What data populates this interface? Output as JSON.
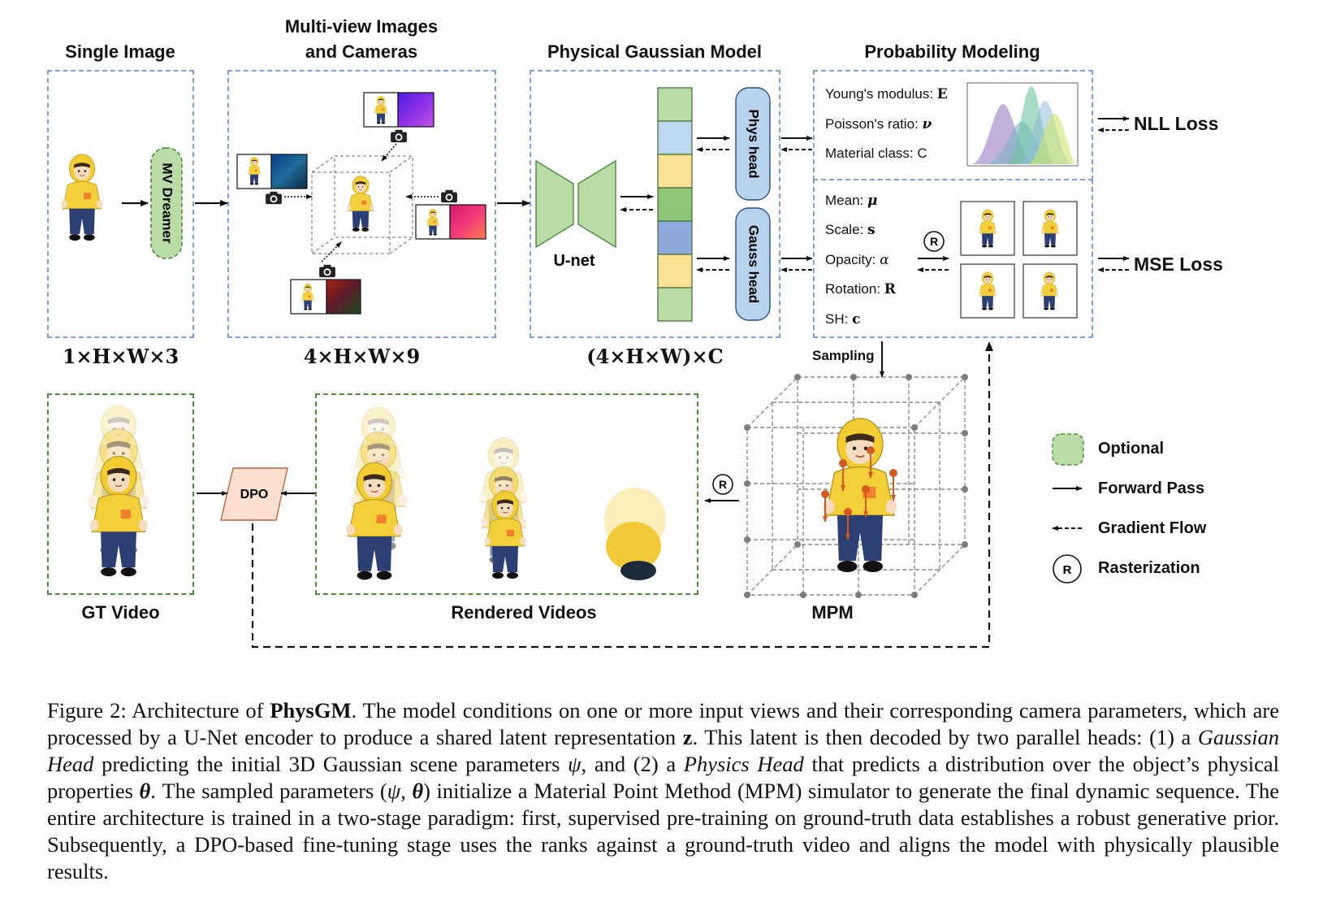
{
  "headers": {
    "single_image": "Single Image",
    "multiview_line1": "Multi-view Images",
    "multiview_line2": "and Cameras",
    "physical_gaussian": "Physical Gaussian Model",
    "probability_modeling": "Probability Modeling"
  },
  "dims": {
    "single": "1×H×W×3",
    "multiview": "4×H×W×9",
    "physical": "(4×H×W)×C"
  },
  "blocks": {
    "mv_dreamer": "MV Dreamer",
    "unet": "U-net",
    "phys_head": "Phys head",
    "gauss_head": "Gauss head",
    "dpo": "DPO",
    "rasterization_symbol": "R",
    "sampling": "Sampling"
  },
  "probability": {
    "youngs": "Young's modulus: ",
    "youngs_sym": "E",
    "poisson": "Poisson's ratio: ",
    "poisson_sym": "ν",
    "material": "Material class: C",
    "mean": "Mean: ",
    "mean_sym": "μ",
    "scale": "Scale: ",
    "scale_sym": "s",
    "opacity": "Opacity: ",
    "opacity_sym": "α",
    "rotation": "Rotation: ",
    "rotation_sym": "R",
    "sh": "SH: ",
    "sh_sym": "c"
  },
  "losses": {
    "nll": "NLL Loss",
    "mse": "MSE Loss"
  },
  "bottom_labels": {
    "gt_video": "GT Video",
    "rendered_videos": "Rendered Videos",
    "mpm": "MPM"
  },
  "legend": {
    "optional": "Optional",
    "forward_pass": "Forward Pass",
    "gradient_flow": "Gradient Flow",
    "rasterization": "Rasterization"
  },
  "colors": {
    "dashed_blue": "#7f9fd0",
    "dashed_green": "#4e8a3c",
    "optional_green": "#b9dca6",
    "head_blue": "#b8d3ee",
    "dpo_orange": "#fbe0d0",
    "arrow_orange": "#d2591f"
  },
  "caption": {
    "p1": "Figure 2: Architecture of ",
    "bold": "PhysGM",
    "p2": ". The model conditions on one or more input views and their corresponding camera parameters, which are processed by a U-Net encoder to produce a shared latent representation ",
    "z": "z",
    "p3": ". This latent is then decoded by two parallel heads: (1) a ",
    "gauss_head": "Gaussian Head",
    "p4": " predicting the initial 3D Gaussian scene parameters ",
    "psi": "ψ",
    "p5": ", and (2) a ",
    "physics_head": "Physics Head",
    "p6": " that predicts a distribution over the object’s physical properties ",
    "theta": "θ",
    "p7": ". The sampled parameters (",
    "psi2": "ψ",
    "comma": ", ",
    "theta2": "θ",
    "p8": ") initialize a Material Point Method (MPM) simulator to generate the final dynamic sequence. The entire architecture is trained in a two-stage paradigm: first, supervised pre-training on ground-truth data establishes a robust generative prior. Subsequently, a DPO-based fine-tuning stage uses the ranks against a ground-truth video and aligns the model with physically plausible results."
  }
}
